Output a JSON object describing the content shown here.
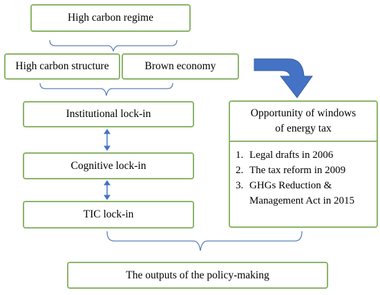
{
  "diagram": {
    "high_carbon_regime": "High carbon regime",
    "high_carbon_structure": "High carbon structure",
    "brown_economy": "Brown economy",
    "institutional_lockin": "Institutional lock-in",
    "cognitive_lockin": "Cognitive lock-in",
    "tic_lockin": "TIC lock-in",
    "outputs": "The outputs of the policy-making",
    "opportunity": {
      "title_line1": "Opportunity of windows",
      "title_line2": "of energy tax",
      "items": [
        {
          "num": "1.",
          "text": "Legal drafts in 2006"
        },
        {
          "num": "2.",
          "text": "The tax reform in 2009"
        },
        {
          "num": "3.",
          "text": "GHGs Reduction & Management Act in 2015"
        }
      ]
    }
  },
  "colors": {
    "box_border": "#8ab467",
    "brace": "#5b7fb5",
    "arrow": "#4472c4"
  }
}
